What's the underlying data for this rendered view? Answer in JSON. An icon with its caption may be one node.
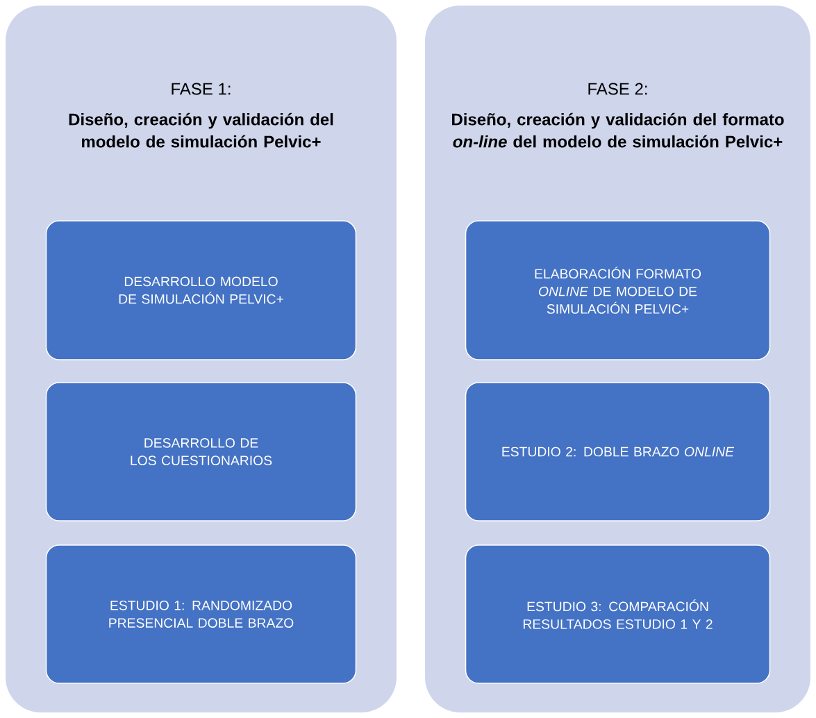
{
  "diagram": {
    "nodes": [
      {
        "text": [
          "FASE 1:",
          "Diseño, creación y validación del modelo de simulación Pelvic+"
        ]
      },
      {
        "text": [
          "DESARROLLO MODELO DE SIMULACIÓN PELVIC+"
        ],
        "in": 0
      },
      {
        "text": [
          "DESARROLLO DE LOS CUESTIONARIOS"
        ],
        "in": 0
      },
      {
        "text": [
          "ESTUDIO 1: RANDOMIZADO PRESENCIAL DOBLE BRAZO"
        ],
        "in": 0
      },
      {
        "text": [
          "FASE 2:",
          "Diseño, creación y validación del formato *on-line* del modelo de simulación Pelvic+"
        ]
      },
      {
        "text": [
          "ELABORACIÓN FORMATO *ONLINE* DE MODELO DE SIMULACIÓN PELVIC+"
        ],
        "in": 4
      },
      {
        "text": [
          "ESTUDIO 2: DOBLE BRAZO *ONLINE*"
        ],
        "in": 4
      },
      {
        "text": [
          "ESTUDIO 3: COMPARACIÓN RESULTADOS ESTUDIO 1 Y 2"
        ],
        "in": 4
      }
    ]
  }
}
